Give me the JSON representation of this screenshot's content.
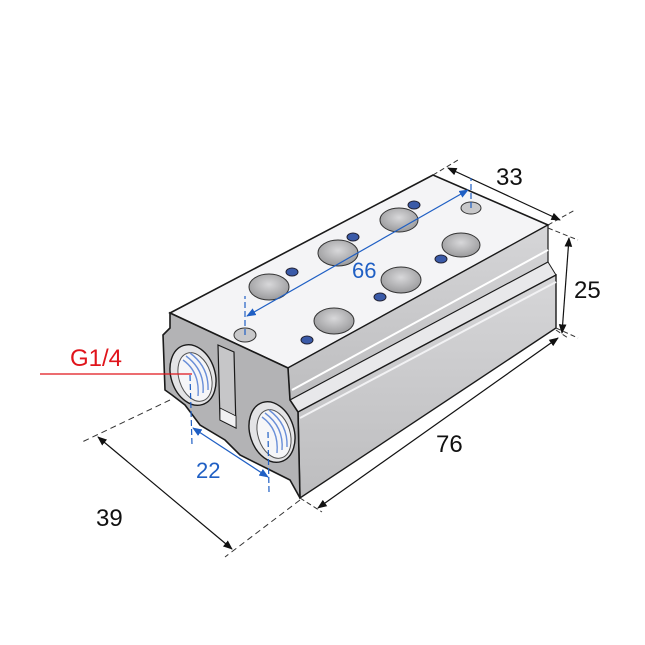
{
  "diagram": {
    "subject": "pneumatic manifold block",
    "colors": {
      "top_face": "#f4f4f6",
      "side_face": "#c9c9cb",
      "front_face": "#b3b3b5",
      "outline": "#1a1a1a",
      "dimension_black": "#111111",
      "dimension_blue": "#1f5fc4",
      "callout_red": "#e0141b",
      "port_thread": "#6a8fd8",
      "screw_hole": "#3a5aa8"
    },
    "dimensions": {
      "width_top": "33",
      "height": "25",
      "length": "76",
      "depth": "39",
      "hole_spacing": "66",
      "port_spacing": "22"
    },
    "callouts": {
      "thread": "G1/4"
    }
  }
}
